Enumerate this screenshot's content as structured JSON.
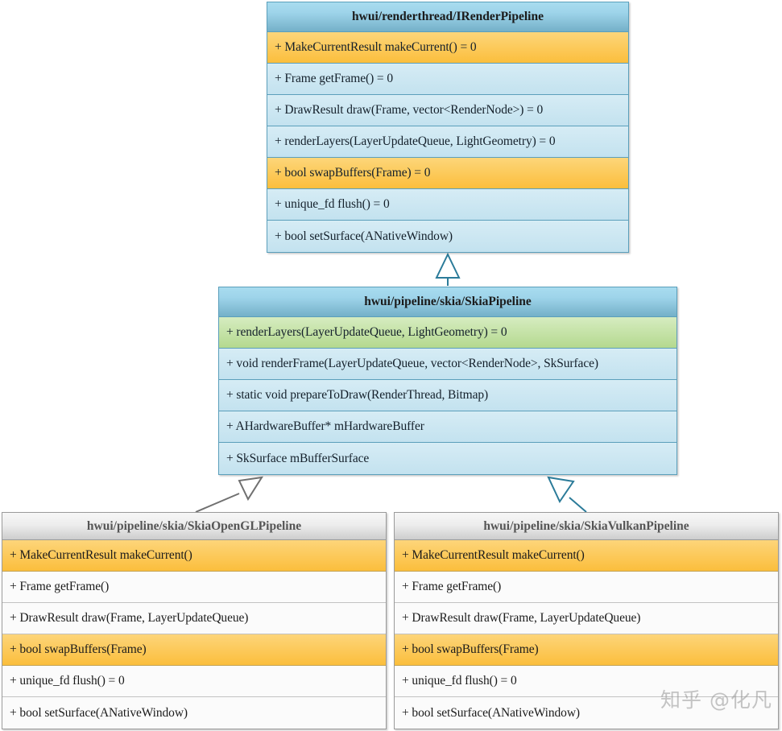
{
  "diagram": {
    "type": "uml-class-diagram",
    "title": "Android HWUI render pipeline class hierarchy",
    "colors": {
      "header_blue_top": "#a8dcef",
      "header_blue_bottom": "#74b0c8",
      "row_blue": "#cfe8f3",
      "row_orange": "#fbbe3c",
      "row_green": "#b4d98f",
      "border_blue": "#5b9fbb",
      "header_grey_top": "#f7f7f7",
      "header_grey_bottom": "#cdcdcd",
      "row_white": "#fbfbfb",
      "border_grey": "#9a9a9a",
      "connector_teal": "#2b7b99",
      "connector_grey": "#707070"
    },
    "classes": [
      {
        "id": "irenderpipeline",
        "name": "hwui/renderthread/IRenderPipeline",
        "theme": "blue",
        "members": [
          {
            "text": "+ MakeCurrentResult makeCurrent() = 0",
            "highlight": "orange"
          },
          {
            "text": "+ Frame getFrame() = 0",
            "highlight": "none"
          },
          {
            "text": "+ DrawResult draw(Frame, vector<RenderNode>) = 0",
            "highlight": "none"
          },
          {
            "text": "+ renderLayers(LayerUpdateQueue, LightGeometry) = 0",
            "highlight": "none"
          },
          {
            "text": "+ bool swapBuffers(Frame) = 0",
            "highlight": "orange"
          },
          {
            "text": "+ unique_fd flush() = 0",
            "highlight": "none"
          },
          {
            "text": "+ bool setSurface(ANativeWindow)",
            "highlight": "none"
          }
        ]
      },
      {
        "id": "skiapipeline",
        "name": "hwui/pipeline/skia/SkiaPipeline",
        "theme": "blue",
        "members": [
          {
            "text": "+ renderLayers(LayerUpdateQueue, LightGeometry) = 0",
            "highlight": "green"
          },
          {
            "text": "+ void renderFrame(LayerUpdateQueue, vector<RenderNode>, SkSurface)",
            "highlight": "none"
          },
          {
            "text": "+ static void prepareToDraw(RenderThread, Bitmap)",
            "highlight": "none"
          },
          {
            "text": "+ AHardwareBuffer* mHardwareBuffer",
            "highlight": "none"
          },
          {
            "text": "+ SkSurface mBufferSurface",
            "highlight": "none"
          }
        ]
      },
      {
        "id": "skiaopenglpipeline",
        "name": "hwui/pipeline/skia/SkiaOpenGLPipeline",
        "theme": "grey",
        "members": [
          {
            "text": "+ MakeCurrentResult makeCurrent()",
            "highlight": "orange"
          },
          {
            "text": "+ Frame getFrame()",
            "highlight": "none"
          },
          {
            "text": "+ DrawResult draw(Frame, LayerUpdateQueue)",
            "highlight": "none"
          },
          {
            "text": "+ bool swapBuffers(Frame)",
            "highlight": "orange"
          },
          {
            "text": "+ unique_fd flush() = 0",
            "highlight": "none"
          },
          {
            "text": "+ bool setSurface(ANativeWindow)",
            "highlight": "none"
          }
        ]
      },
      {
        "id": "skiavulkanpipeline",
        "name": "hwui/pipeline/skia/SkiaVulkanPipeline",
        "theme": "grey",
        "members": [
          {
            "text": "+ MakeCurrentResult makeCurrent()",
            "highlight": "orange"
          },
          {
            "text": "+ Frame getFrame()",
            "highlight": "none"
          },
          {
            "text": "+ DrawResult draw(Frame, LayerUpdateQueue)",
            "highlight": "none"
          },
          {
            "text": "+ bool swapBuffers(Frame)",
            "highlight": "orange"
          },
          {
            "text": "+ unique_fd flush() = 0",
            "highlight": "none"
          },
          {
            "text": "+ bool setSurface(ANativeWindow)",
            "highlight": "none"
          }
        ]
      }
    ],
    "relations": [
      {
        "from": "skiapipeline",
        "to": "irenderpipeline",
        "kind": "generalization",
        "style": "solid-teal"
      },
      {
        "from": "skiaopenglpipeline",
        "to": "skiapipeline",
        "kind": "generalization",
        "style": "solid-grey"
      },
      {
        "from": "skiavulkanpipeline",
        "to": "skiapipeline",
        "kind": "generalization",
        "style": "solid-teal"
      }
    ]
  },
  "watermark": {
    "text": "知乎 @化凡"
  }
}
